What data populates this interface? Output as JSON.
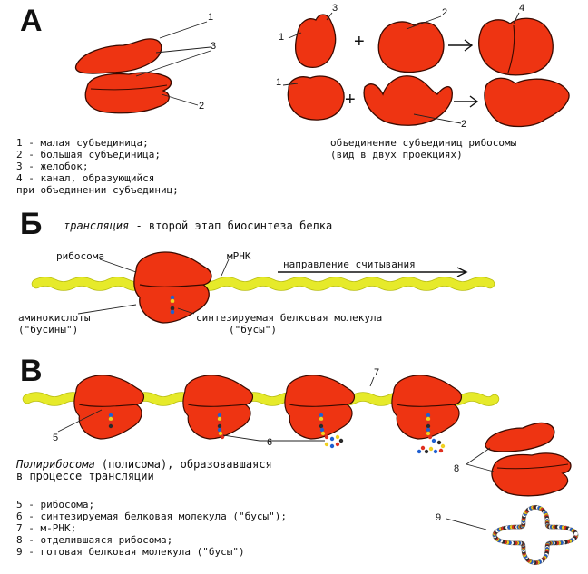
{
  "section_a": {
    "letter": "А",
    "legend": [
      "1 - малая субъединица;",
      "2 - большая субъединица;",
      "3 - желобок;",
      "4 - канал, образующийся",
      "при объединении субъединиц;"
    ],
    "caption_line1": "объединение субъединиц рибосомы",
    "caption_line2": "(вид в двух проекциях)",
    "labels": {
      "n1": "1",
      "n2": "2",
      "n3": "3",
      "n4": "4"
    },
    "plus": "+"
  },
  "section_b": {
    "letter": "Б",
    "title_italic": "трансляция",
    "title_rest": " - второй этап биосинтеза белка",
    "ribosome_label": "рибосома",
    "mrna_label": "мРНК",
    "direction_label": "направление считывания",
    "amino_label_line1": "аминокислоты",
    "amino_label_line2": "(\"бусины\")",
    "protein_label_line1": "синтезируемая белковая молекула",
    "protein_label_line2": "(\"бусы\")"
  },
  "section_v": {
    "letter": "В",
    "caption_italic": "Полирибосома",
    "caption_rest": " (полисома), образовавшаяся",
    "caption_line2": "в процессе трансляции",
    "legend": [
      "5 - рибосома;",
      "6 - синтезируемая белковая молекула (\"бусы\");",
      "7 - м-РНК;",
      "8 - отделившаяся рибосома;",
      "9 - готовая белковая молекула (\"бусы\")"
    ],
    "labels": {
      "n5": "5",
      "n6": "6",
      "n7": "7",
      "n8": "8",
      "n9": "9"
    }
  },
  "colors": {
    "ribosome": "#ee3412",
    "mrna": "#e6ea2a",
    "bead_colors": [
      "#1f5fd1",
      "#f0d020",
      "#e03020",
      "#2a2a2a",
      "#ffffff"
    ]
  }
}
